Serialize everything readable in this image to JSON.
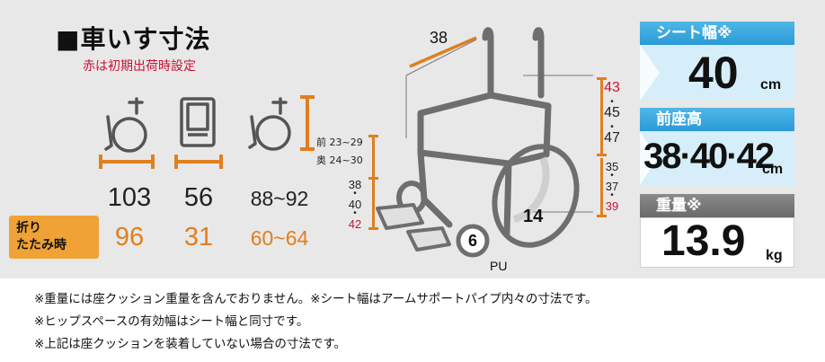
{
  "title": "■車いす寸法",
  "subtitle": "赤は初期出荷時設定",
  "dimensions": {
    "length": "103",
    "width": "56",
    "height": "88~92",
    "folded_label_line1": "折り",
    "folded_label_line2": "たたみ時",
    "folded_length": "96",
    "folded_width": "31",
    "folded_height": "60~64"
  },
  "diagram": {
    "armrest_length": "38",
    "seat_depth_front": "前 23~29",
    "seat_depth_back": "奥 24~30",
    "seat_height_left": [
      "38",
      "40",
      "42"
    ],
    "seat_height_left_dots": [
      "•",
      "•"
    ],
    "back_height": [
      "43",
      "45",
      "47"
    ],
    "back_height_dots": [
      "•",
      "•"
    ],
    "seat_height_right": [
      "35",
      "37",
      "39"
    ],
    "seat_height_right_dots": [
      "•",
      "•"
    ],
    "rear_wheel": "14",
    "front_caster": "6",
    "tire_type": "PU"
  },
  "specs": {
    "seat_width_label": "シート幅※",
    "seat_width_value": "40",
    "seat_width_unit": "cm",
    "front_seat_height_label": "前座高",
    "front_seat_height_value": "38·40·42",
    "front_seat_height_unit": "cm",
    "weight_label": "重量※",
    "weight_value": "13.9",
    "weight_unit": "kg"
  },
  "notes": [
    "※重量には座クッション重量を含んでおりません。※シート幅はアームサポートパイプ内々の寸法です。",
    "※ヒップスペースの有効幅はシート幅と同寸です。",
    "※上記は座クッションを装着していない場合の寸法です。"
  ],
  "colors": {
    "panel": "#e8e8e8",
    "red": "#cc1133",
    "orange": "#e07f1e",
    "blue": "#2a9ad6",
    "light_blue": "#d6eef9"
  }
}
